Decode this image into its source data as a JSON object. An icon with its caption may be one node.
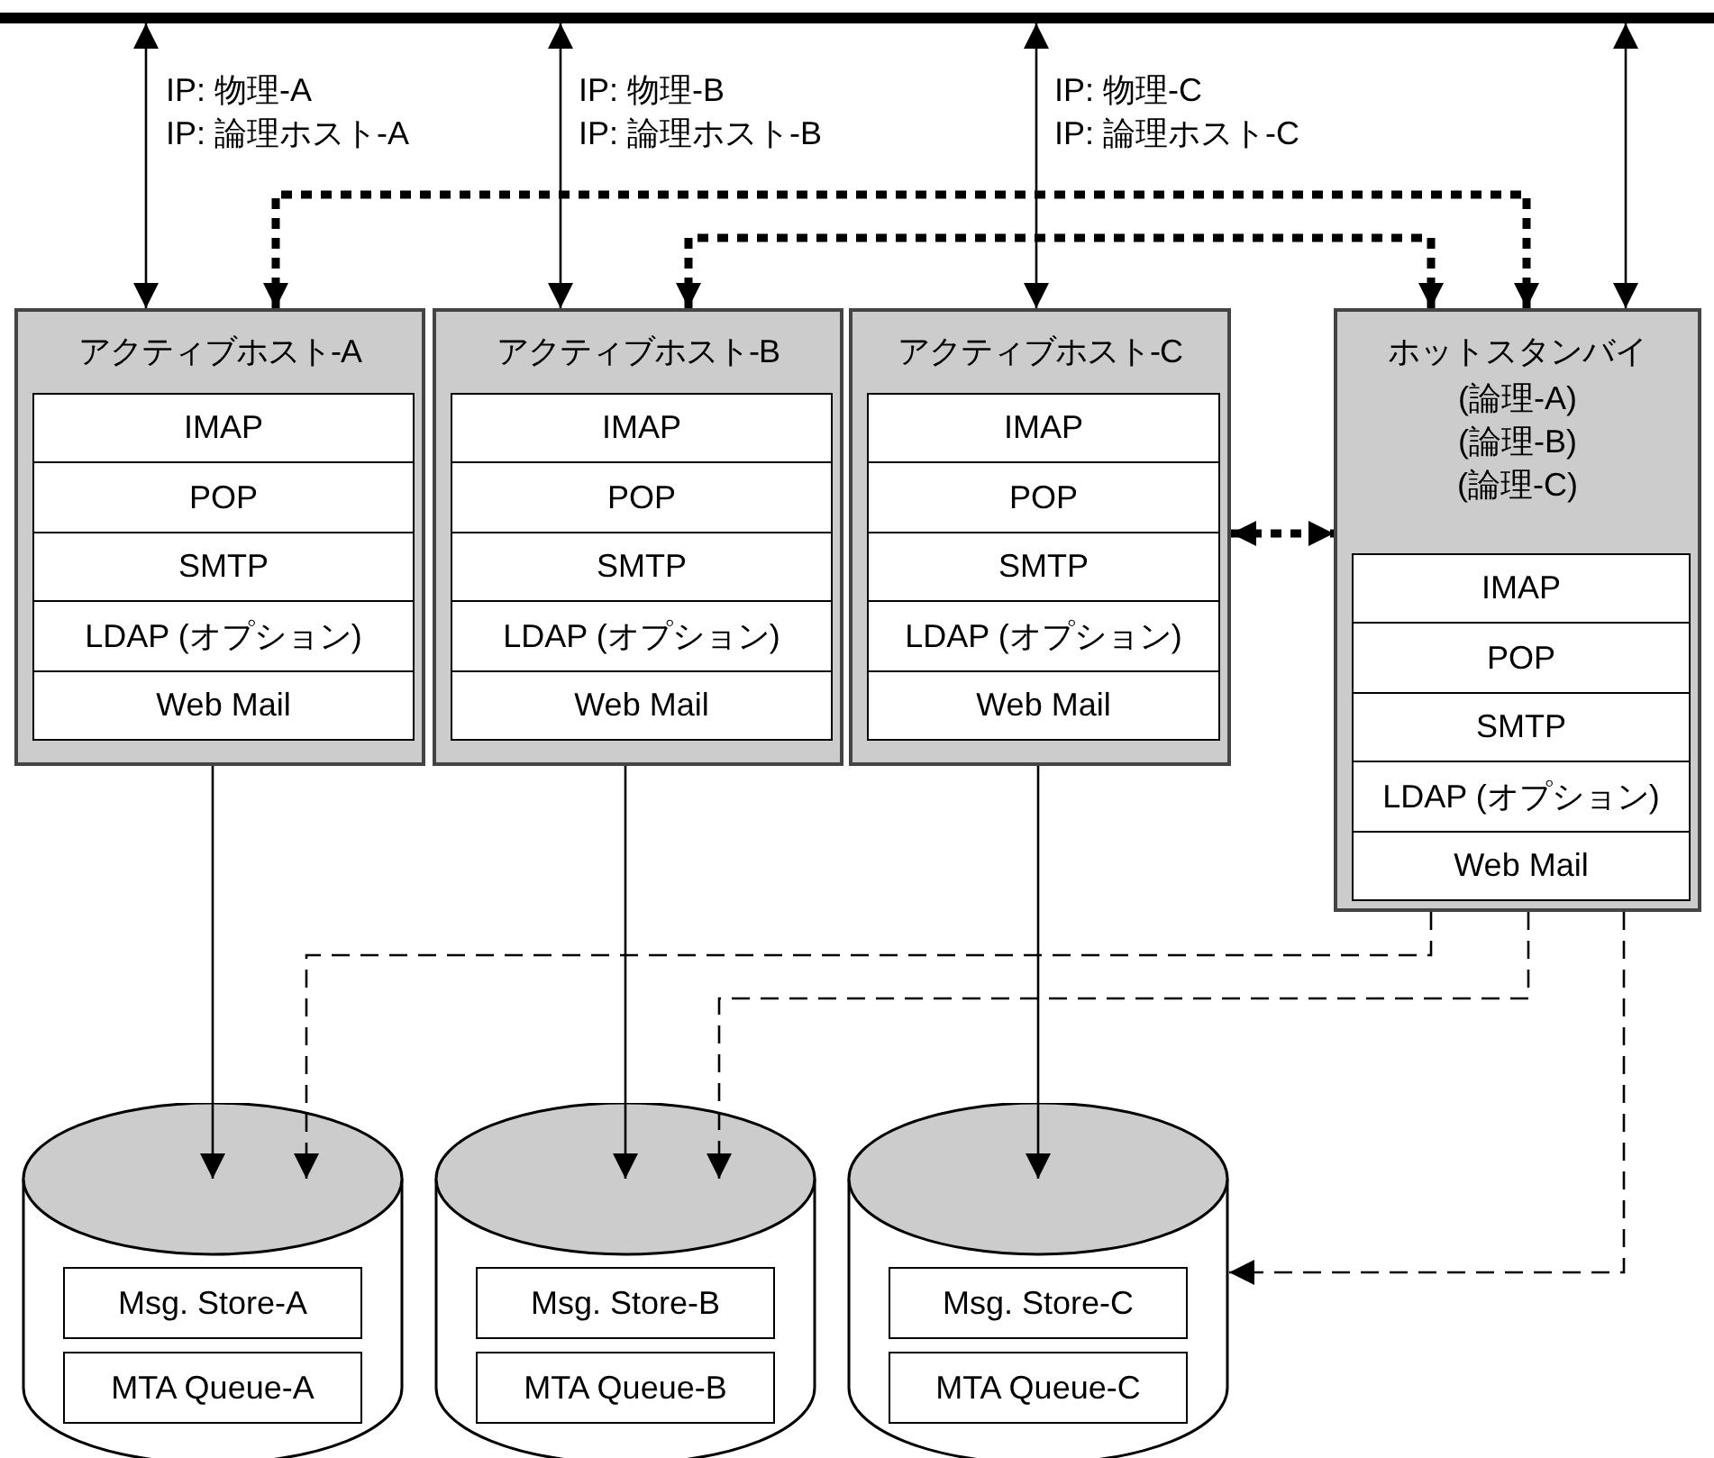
{
  "diagram": {
    "nodes": [
      {
        "text": [],
        "shape": "bar"
      },
      {
        "text": [
          "アクティブホスト-A"
        ]
      },
      {
        "text": [
          "IMAP"
        ],
        "in": 1
      },
      {
        "text": [
          "POP"
        ],
        "in": 1
      },
      {
        "text": [
          "SMTP"
        ],
        "in": 1
      },
      {
        "text": [
          "LDAP (オプション)"
        ],
        "in": 1
      },
      {
        "text": [
          "Web Mail"
        ],
        "in": 1
      },
      {
        "text": [
          "アクティブホスト-B"
        ]
      },
      {
        "text": [
          "IMAP"
        ],
        "in": 7
      },
      {
        "text": [
          "POP"
        ],
        "in": 7
      },
      {
        "text": [
          "SMTP"
        ],
        "in": 7
      },
      {
        "text": [
          "LDAP (オプション)"
        ],
        "in": 7
      },
      {
        "text": [
          "Web Mail"
        ],
        "in": 7
      },
      {
        "text": [
          "アクティブホスト-C"
        ]
      },
      {
        "text": [
          "IMAP"
        ],
        "in": 13
      },
      {
        "text": [
          "POP"
        ],
        "in": 13
      },
      {
        "text": [
          "SMTP"
        ],
        "in": 13
      },
      {
        "text": [
          "LDAP (オプション)"
        ],
        "in": 13
      },
      {
        "text": [
          "Web Mail"
        ],
        "in": 13
      },
      {
        "text": [
          "ホットスタンバイ",
          "(論理-A) (論理-B) (論理-C)"
        ]
      },
      {
        "text": [
          "IMAP"
        ],
        "in": 19
      },
      {
        "text": [
          "POP"
        ],
        "in": 19
      },
      {
        "text": [
          "SMTP"
        ],
        "in": 19
      },
      {
        "text": [
          "LDAP (オプション)"
        ],
        "in": 19
      },
      {
        "text": [
          "Web Mail"
        ],
        "in": 19
      },
      {
        "text": [],
        "shape": "cylinder"
      },
      {
        "text": [
          "Msg. Store-A"
        ],
        "in": 25
      },
      {
        "text": [
          "MTA Queue-A"
        ],
        "in": 25
      },
      {
        "text": [],
        "shape": "cylinder"
      },
      {
        "text": [
          "Msg. Store-B"
        ],
        "in": 28
      },
      {
        "text": [
          "MTA Queue-B"
        ],
        "in": 28
      },
      {
        "text": [],
        "shape": "cylinder"
      },
      {
        "text": [
          "Msg. Store-C"
        ],
        "in": 31
      },
      {
        "text": [
          "MTA Queue-C"
        ],
        "in": 31
      }
    ],
    "edges": [
      {
        "from": 0,
        "to": 1,
        "arrow": "both"
      },
      {
        "from": 0,
        "to": 7,
        "arrow": "both"
      },
      {
        "from": 0,
        "to": 13,
        "arrow": "both"
      },
      {
        "from": 0,
        "to": 19,
        "arrow": "both"
      },
      {
        "from": 1,
        "to": 19,
        "arrow": "both",
        "style": "dashed"
      },
      {
        "from": 7,
        "to": 19,
        "arrow": "both",
        "style": "dashed"
      },
      {
        "from": 13,
        "to": 19,
        "arrow": "both",
        "style": "dashed"
      },
      {
        "from": 1,
        "to": 25,
        "arrow": "to"
      },
      {
        "from": 7,
        "to": 28,
        "arrow": "to"
      },
      {
        "from": 13,
        "to": 31,
        "arrow": "to"
      },
      {
        "from": 19,
        "to": 25,
        "arrow": "to",
        "style": "dashed"
      },
      {
        "from": 19,
        "to": 28,
        "arrow": "to",
        "style": "dashed"
      },
      {
        "from": 19,
        "to": 31,
        "arrow": "to",
        "style": "dashed"
      }
    ],
    "labels": [
      "IP: 物理-A",
      "IP: 論理ホスト-A",
      "IP: 物理-B",
      "IP: 論理ホスト-B",
      "IP: 物理-C",
      "IP: 論理ホスト-C"
    ]
  }
}
